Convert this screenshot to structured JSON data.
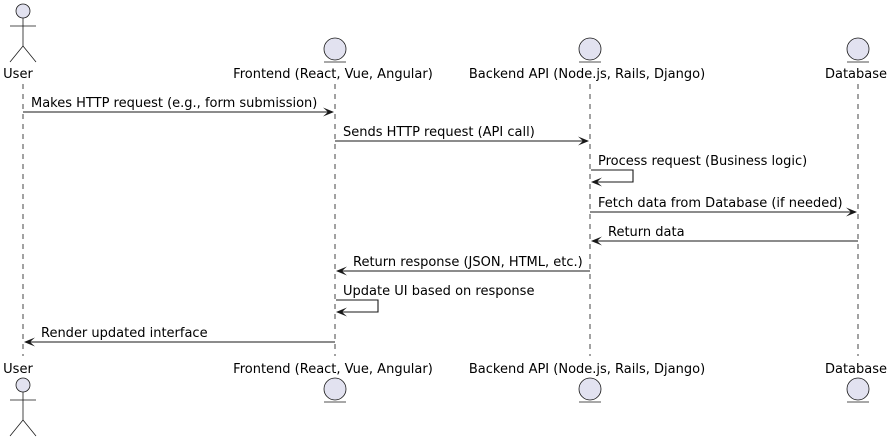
{
  "participants": [
    {
      "id": "user",
      "label": "User",
      "kind": "actor"
    },
    {
      "id": "frontend",
      "label": "Frontend (React, Vue, Angular)",
      "kind": "entity"
    },
    {
      "id": "backend",
      "label": "Backend API (Node.js, Rails, Django)",
      "kind": "entity"
    },
    {
      "id": "database",
      "label": "Database",
      "kind": "entity"
    }
  ],
  "messages": [
    {
      "from": "user",
      "to": "frontend",
      "label": "Makes HTTP request (e.g., form submission)"
    },
    {
      "from": "frontend",
      "to": "backend",
      "label": "Sends HTTP request (API call)"
    },
    {
      "from": "backend",
      "to": "backend",
      "label": "Process request (Business logic)"
    },
    {
      "from": "backend",
      "to": "database",
      "label": "Fetch data from Database (if needed)"
    },
    {
      "from": "database",
      "to": "backend",
      "label": "Return data"
    },
    {
      "from": "backend",
      "to": "frontend",
      "label": "Return response (JSON, HTML, etc.)"
    },
    {
      "from": "frontend",
      "to": "frontend",
      "label": "Update UI based on response"
    },
    {
      "from": "frontend",
      "to": "user",
      "label": "Render updated interface"
    }
  ],
  "colors": {
    "participant_fill": "#E2E2F0",
    "line": "#181818"
  }
}
